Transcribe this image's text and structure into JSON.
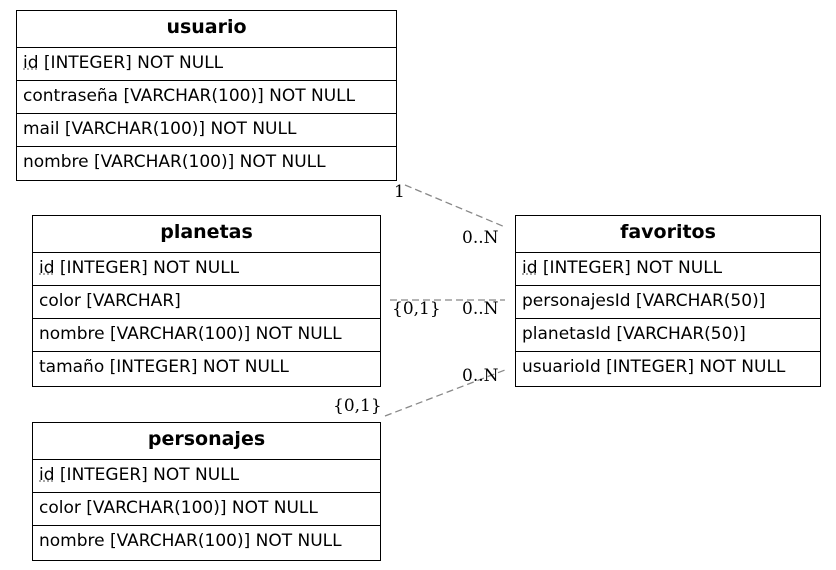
{
  "entities": {
    "usuario": {
      "name": "usuario",
      "fields": [
        {
          "pk": "id",
          "rest": " [INTEGER] NOT NULL"
        },
        {
          "pk": "",
          "rest": "contraseña [VARCHAR(100)] NOT NULL"
        },
        {
          "pk": "",
          "rest": "mail [VARCHAR(100)] NOT NULL"
        },
        {
          "pk": "",
          "rest": "nombre [VARCHAR(100)] NOT NULL"
        }
      ]
    },
    "planetas": {
      "name": "planetas",
      "fields": [
        {
          "pk": "id",
          "rest": " [INTEGER] NOT NULL"
        },
        {
          "pk": "",
          "rest": "color [VARCHAR]"
        },
        {
          "pk": "",
          "rest": "nombre [VARCHAR(100)] NOT NULL"
        },
        {
          "pk": "",
          "rest": "tamaño [INTEGER] NOT NULL"
        }
      ]
    },
    "personajes": {
      "name": "personajes",
      "fields": [
        {
          "pk": "id",
          "rest": " [INTEGER] NOT NULL"
        },
        {
          "pk": "",
          "rest": "color [VARCHAR(100)] NOT NULL"
        },
        {
          "pk": "",
          "rest": "nombre [VARCHAR(100)] NOT NULL"
        }
      ]
    },
    "favoritos": {
      "name": "favoritos",
      "fields": [
        {
          "pk": "id",
          "rest": " [INTEGER] NOT NULL"
        },
        {
          "pk": "",
          "rest": "personajesId [VARCHAR(50)]"
        },
        {
          "pk": "",
          "rest": "planetasId [VARCHAR(50)]"
        },
        {
          "pk": "",
          "rest": "usuarioId [INTEGER] NOT NULL"
        }
      ]
    }
  },
  "relations": [
    {
      "from": "usuario",
      "to": "favoritos",
      "from_card": "1",
      "to_card": "0..N"
    },
    {
      "from": "planetas",
      "to": "favoritos",
      "from_card": "{0,1}",
      "to_card": "0..N"
    },
    {
      "from": "personajes",
      "to": "favoritos",
      "from_card": "{0,1}",
      "to_card": "0..N"
    }
  ],
  "colors": {
    "line": "#888888",
    "border": "#000000"
  }
}
